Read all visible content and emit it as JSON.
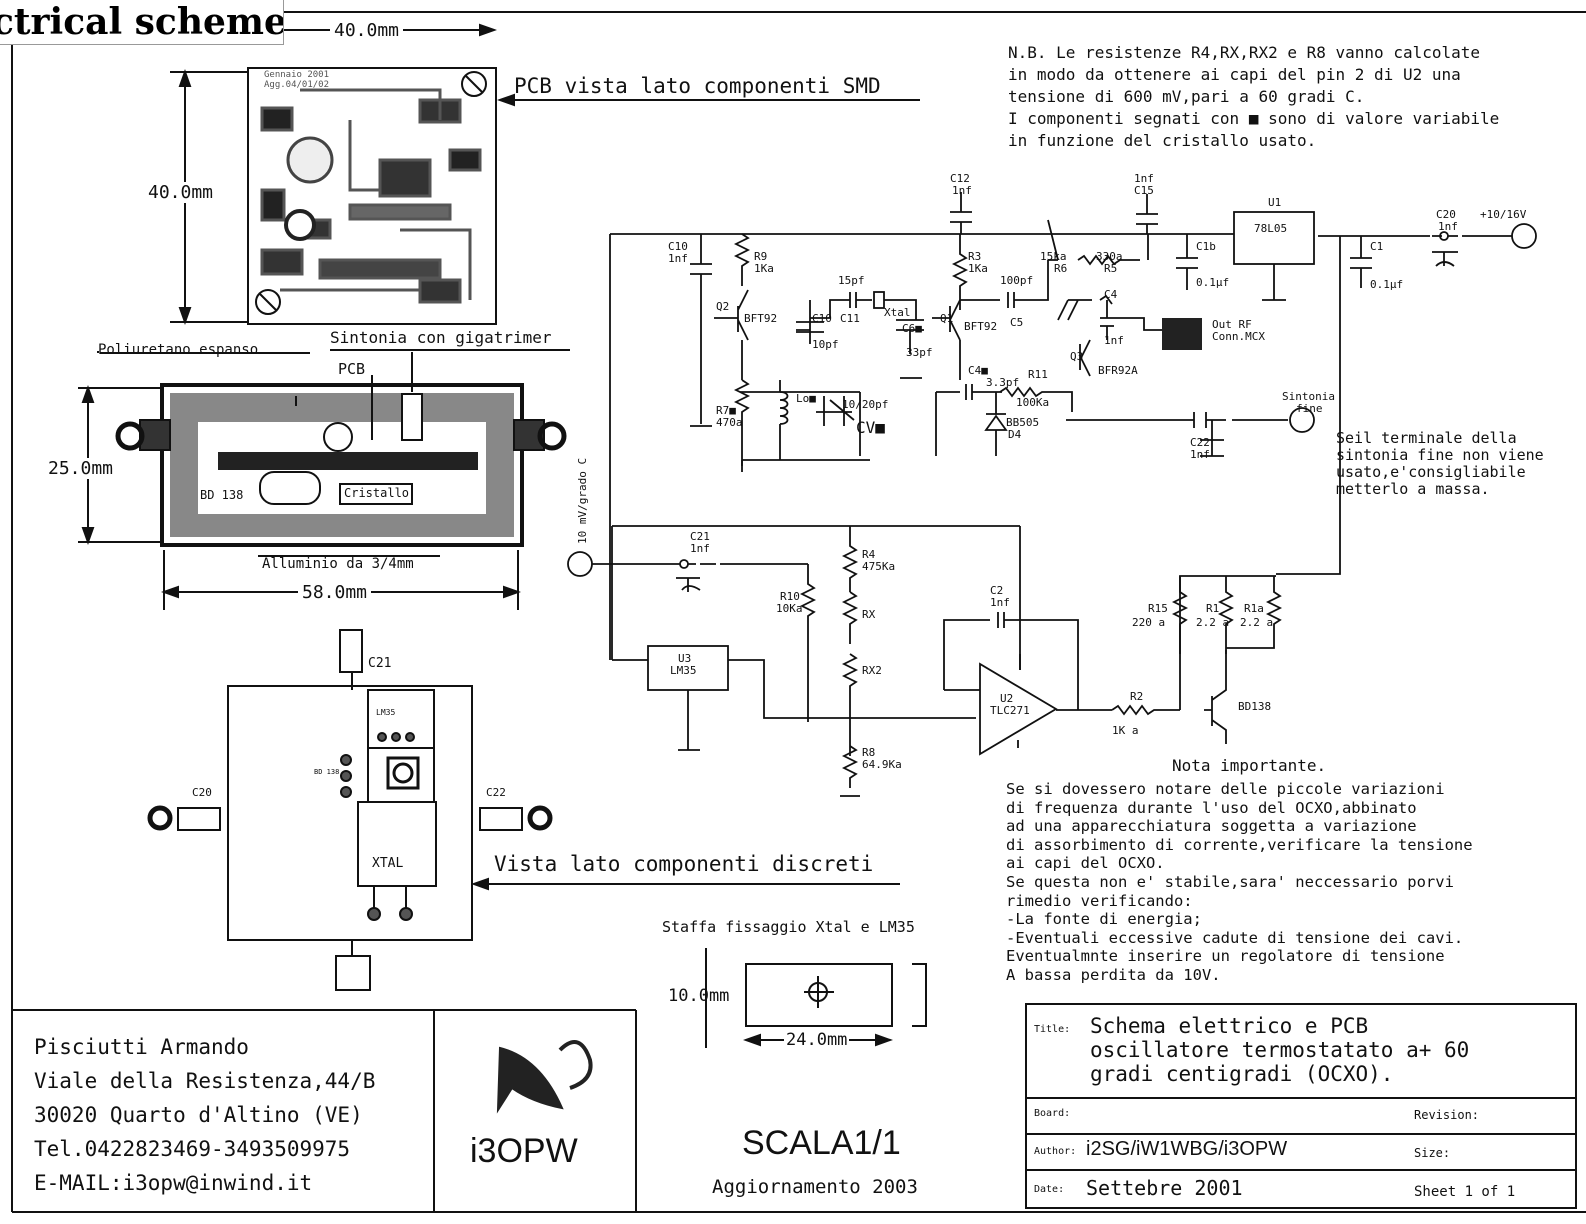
{
  "caption": "ctrical scheme",
  "notes": {
    "nb_lines": [
      "N.B. Le resistenze R4,RX,RX2 e R8 vanno calcolate",
      "in modo da ottenere ai capi del pin 2 di U2 una",
      "tensione di 600 mV,pari a 60 gradi C.",
      "I componenti segnati con ■ sono di valore variabile",
      "in funzione del cristallo usato."
    ],
    "terminal_lines": [
      "Seil terminale della",
      "sintonia fine non viene",
      "usato,e'consigliabile",
      "metterlo a massa."
    ],
    "important_title": "Nota importante.",
    "important_lines": [
      "Se si dovessero notare delle piccole variazioni",
      "di frequenza durante l'uso del OCXO,abbinato",
      "ad una apparecchiatura soggetta a variazione",
      "di assorbimento di corrente,verificare la tensione",
      "ai capi del OCXO.",
      "Se questa non e' stabile,sara' neccessario porvi",
      "rimedio verificando:",
      "-La fonte di energia;",
      "-Eventuali eccessive cadute di tensione dei cavi.",
      "Eventualmnte inserire un regolatore di tensione",
      "A bassa perdita da 10V."
    ]
  },
  "mechanical": {
    "pcb_width": "40.0mm",
    "pcb_height": "40.0mm",
    "pcb_view": "PCB vista lato componenti SMD",
    "pcb_date": "Gennaio 2001",
    "pcb_update": "Agg.04/01/02",
    "tuning": "Sintonia con gigatrimer",
    "foam": "Poliuretano espanso",
    "pcb": "PCB",
    "box_height": "25.0mm",
    "box_width": "58.0mm",
    "bd138": "BD 138",
    "crystal": "Cristallo",
    "aluminium": "Alluminio da 3/4mm",
    "c21": "C21",
    "c20": "C20",
    "c22": "C22",
    "lm35": "LM35",
    "bd138_small": "BD 138",
    "xtal": "XTAL",
    "discrete_view": "Vista lato componenti discreti",
    "bracket": "Staffa fissaggio Xtal e LM35",
    "bracket_h": "10.0mm",
    "bracket_w": "24.0mm"
  },
  "schematic": {
    "top_labels": [
      "C12",
      "1nf",
      "1nf",
      "C15",
      "U1",
      "78L05",
      "C20",
      "1nf",
      "+10/16V",
      "C10",
      "1nf",
      "R9",
      "1Ka",
      "R3",
      "1Ka",
      "15ka",
      "R6",
      "330a",
      "R5",
      "C1b",
      "0.1µf",
      "C1",
      "0.1µf",
      "15pf",
      "Xtal",
      "100pf",
      "Q2",
      "BFT92",
      "C10",
      "C11",
      "10pf",
      "C6■",
      "33pf",
      "Q1",
      "BFT92",
      "C5",
      "C4",
      "1nf",
      "Out RF",
      "Conn.MCX",
      "Q3",
      "BFR92A",
      "C4■",
      "3.3pf",
      "R11",
      "100Ka",
      "R7■",
      "470a",
      "Lo■",
      "10/20pf",
      "CV■",
      "BB505",
      "D4",
      "Sintonia",
      "fine",
      "C22",
      "1nf"
    ],
    "bottom_labels": [
      "10 mV/grado C",
      "C21",
      "1nf",
      "R10",
      "10Ka",
      "R4",
      "475Ka",
      "RX",
      "RX2",
      "R8",
      "64.9Ka",
      "U3",
      "LM35",
      "C2",
      "1nf",
      "U2",
      "TLC271",
      "R2",
      "1K a",
      "R15",
      "220 a",
      "R1",
      "2.2 a",
      "R1a",
      "2.2 a",
      "BD138"
    ]
  },
  "titleblock": {
    "address_lines": [
      "Pisciutti Armando",
      "Viale della Resistenza,44/B",
      "30020 Quarto d'Altino (VE)",
      "Tel.0422823469-3493509975",
      "E-MAIL:i3opw@inwind.it"
    ],
    "logo": "i3OPW",
    "scale": "SCALA1/1",
    "update": "Aggiornamento 2003",
    "title_label": "Title:",
    "title_lines": [
      "Schema elettrico e PCB",
      "oscillatore termostatato a+ 60",
      "gradi centigradi  (OCXO)."
    ],
    "board_label": "Board:",
    "revision_label": "Revision:",
    "author_label": "Author:",
    "author": "i2SG/iW1WBG/i3OPW",
    "size_label": "Size:",
    "date_label": "Date:",
    "date": "Settebre 2001",
    "sheet": "Sheet  1  of  1"
  }
}
